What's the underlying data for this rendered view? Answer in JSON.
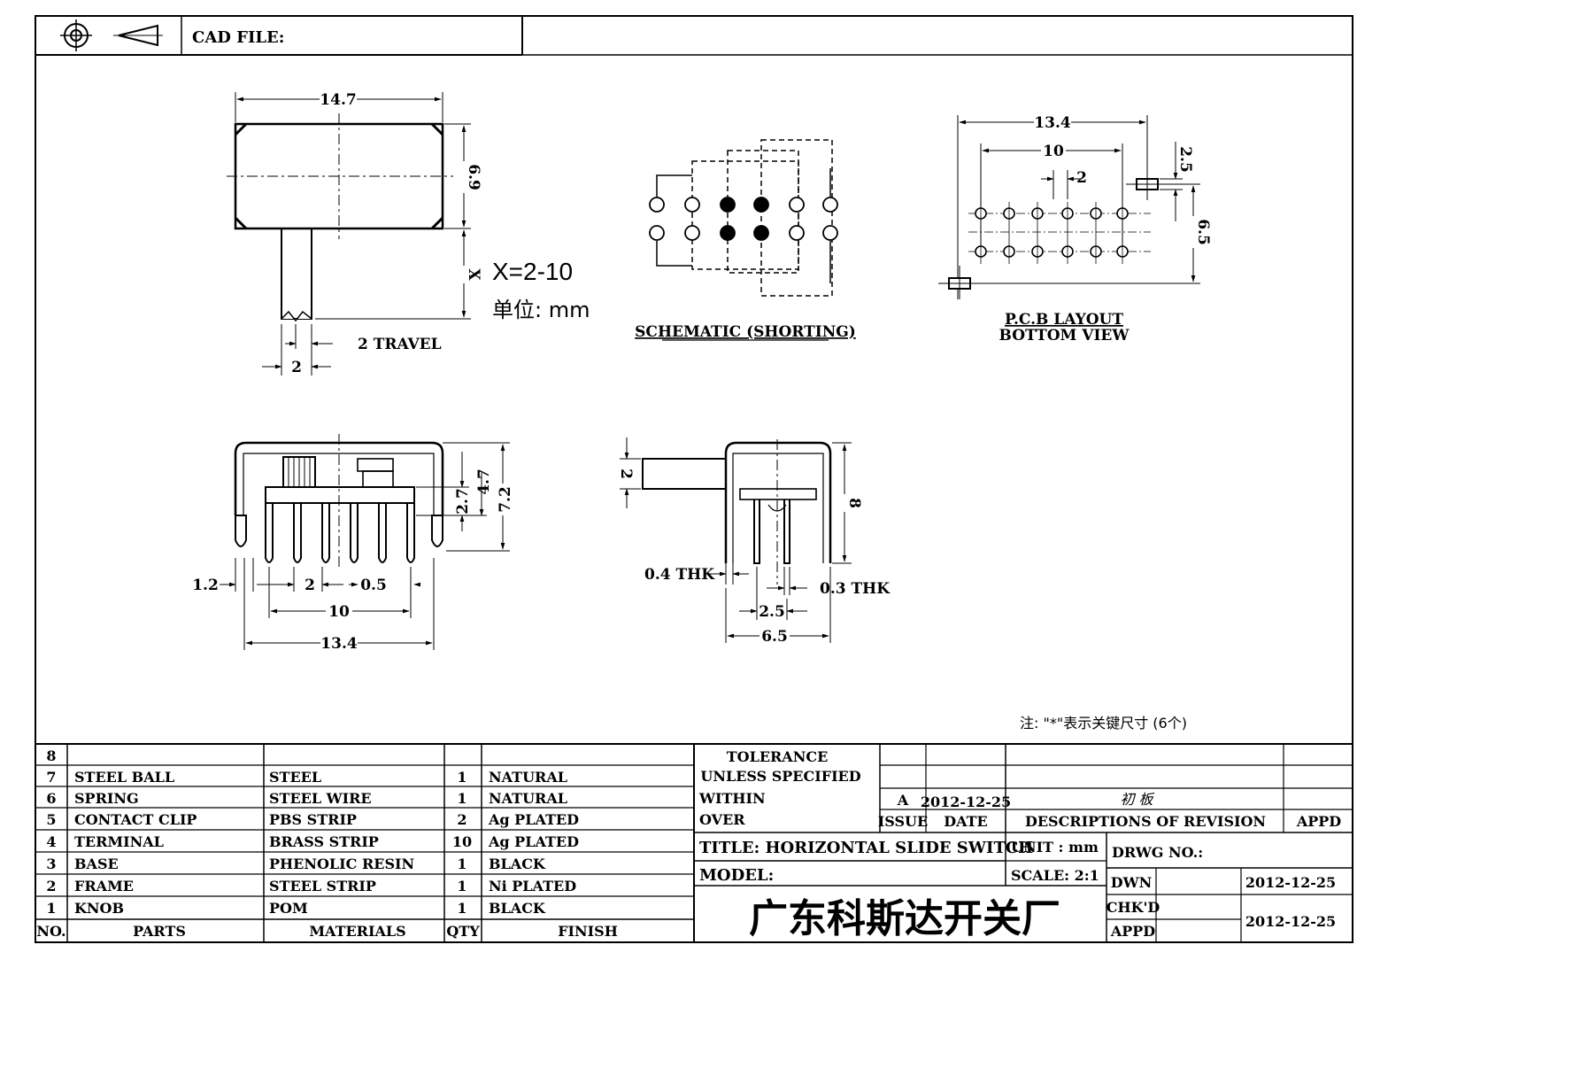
{
  "header": {
    "cad_file_label": "CAD FILE:",
    "projection_icon_left": "crosshair-circle-icon",
    "projection_icon_right": "truncated-cone-icon"
  },
  "top_view": {
    "width": "14.7",
    "height": "6.9",
    "knob_length": "X",
    "x_range": "X=2-10",
    "unit": "单位: mm",
    "travel": "2  TRAVEL",
    "knob_width": "2"
  },
  "schematic": {
    "title": "SCHEMATIC  (SHORTING)"
  },
  "pcb": {
    "overall": "13.4",
    "pitch_total": "10",
    "pitch": "2",
    "pad_height": "2.5",
    "row_spacing": "6.5",
    "title_line1": "P.C.B  LAYOUT",
    "title_line2": "BOTTOM  VIEW"
  },
  "front_view": {
    "h1": "2.7",
    "h2": "4.7",
    "h3": "7.2",
    "edge": "1.2",
    "pitch": "2",
    "pin_width": "0.5",
    "span": "10",
    "overall": "13.4"
  },
  "side_view": {
    "knob": "2",
    "height": "8",
    "frame_thk": "0.4  THK",
    "pin_thk": "0.3  THK",
    "pin_spacing": "2.5",
    "width": "6.5"
  },
  "note": "注: \"*\"表示关键尺寸 (6个)",
  "bom": {
    "headers": {
      "no": "NO.",
      "parts": "PARTS",
      "materials": "MATERIALS",
      "qty": "QTY",
      "finish": "FINISH"
    },
    "rows": [
      {
        "no": "8",
        "part": "",
        "material": "",
        "qty": "",
        "finish": ""
      },
      {
        "no": "7",
        "part": "STEEL  BALL",
        "material": "STEEL",
        "qty": "1",
        "finish": "NATURAL"
      },
      {
        "no": "6",
        "part": "SPRING",
        "material": "STEEL  WIRE",
        "qty": "1",
        "finish": "NATURAL"
      },
      {
        "no": "5",
        "part": "CONTACT  CLIP",
        "material": "PBS  STRIP",
        "qty": "2",
        "finish": "Ag  PLATED"
      },
      {
        "no": "4",
        "part": "TERMINAL",
        "material": "BRASS  STRIP",
        "qty": "10",
        "finish": "Ag  PLATED"
      },
      {
        "no": "3",
        "part": "BASE",
        "material": "PHENOLIC  RESIN",
        "qty": "1",
        "finish": "BLACK"
      },
      {
        "no": "2",
        "part": "FRAME",
        "material": "STEEL  STRIP",
        "qty": "1",
        "finish": "Ni  PLATED"
      },
      {
        "no": "1",
        "part": "KNOB",
        "material": "POM",
        "qty": "1",
        "finish": "BLACK"
      }
    ]
  },
  "title_block": {
    "tolerance_1": "TOLERANCE",
    "tolerance_2": "UNLESS    SPECIFIED",
    "within": "WITHIN",
    "over": "OVER",
    "issue_value": "A",
    "date_value": "2012-12-25",
    "revision_note": "初 板",
    "issue_label": "ISSUE",
    "date_label": "DATE",
    "desc_label": "DESCRIPTIONS  OF  REVISION",
    "appd_label": "APPD",
    "title": "TITLE:  HORIZONTAL  SLIDE  SWITCH",
    "unit": "UNIT : mm",
    "drwg_no": "DRWG  NO.:",
    "model": "MODEL:",
    "scale": "SCALE:  2:1",
    "company": "广东科斯达开关厂",
    "dwn_label": "DWN",
    "dwn_date": "2012-12-25",
    "chkd_label": "CHK'D",
    "appd2_label": "APPD",
    "chkd_date": "2012-12-25"
  }
}
